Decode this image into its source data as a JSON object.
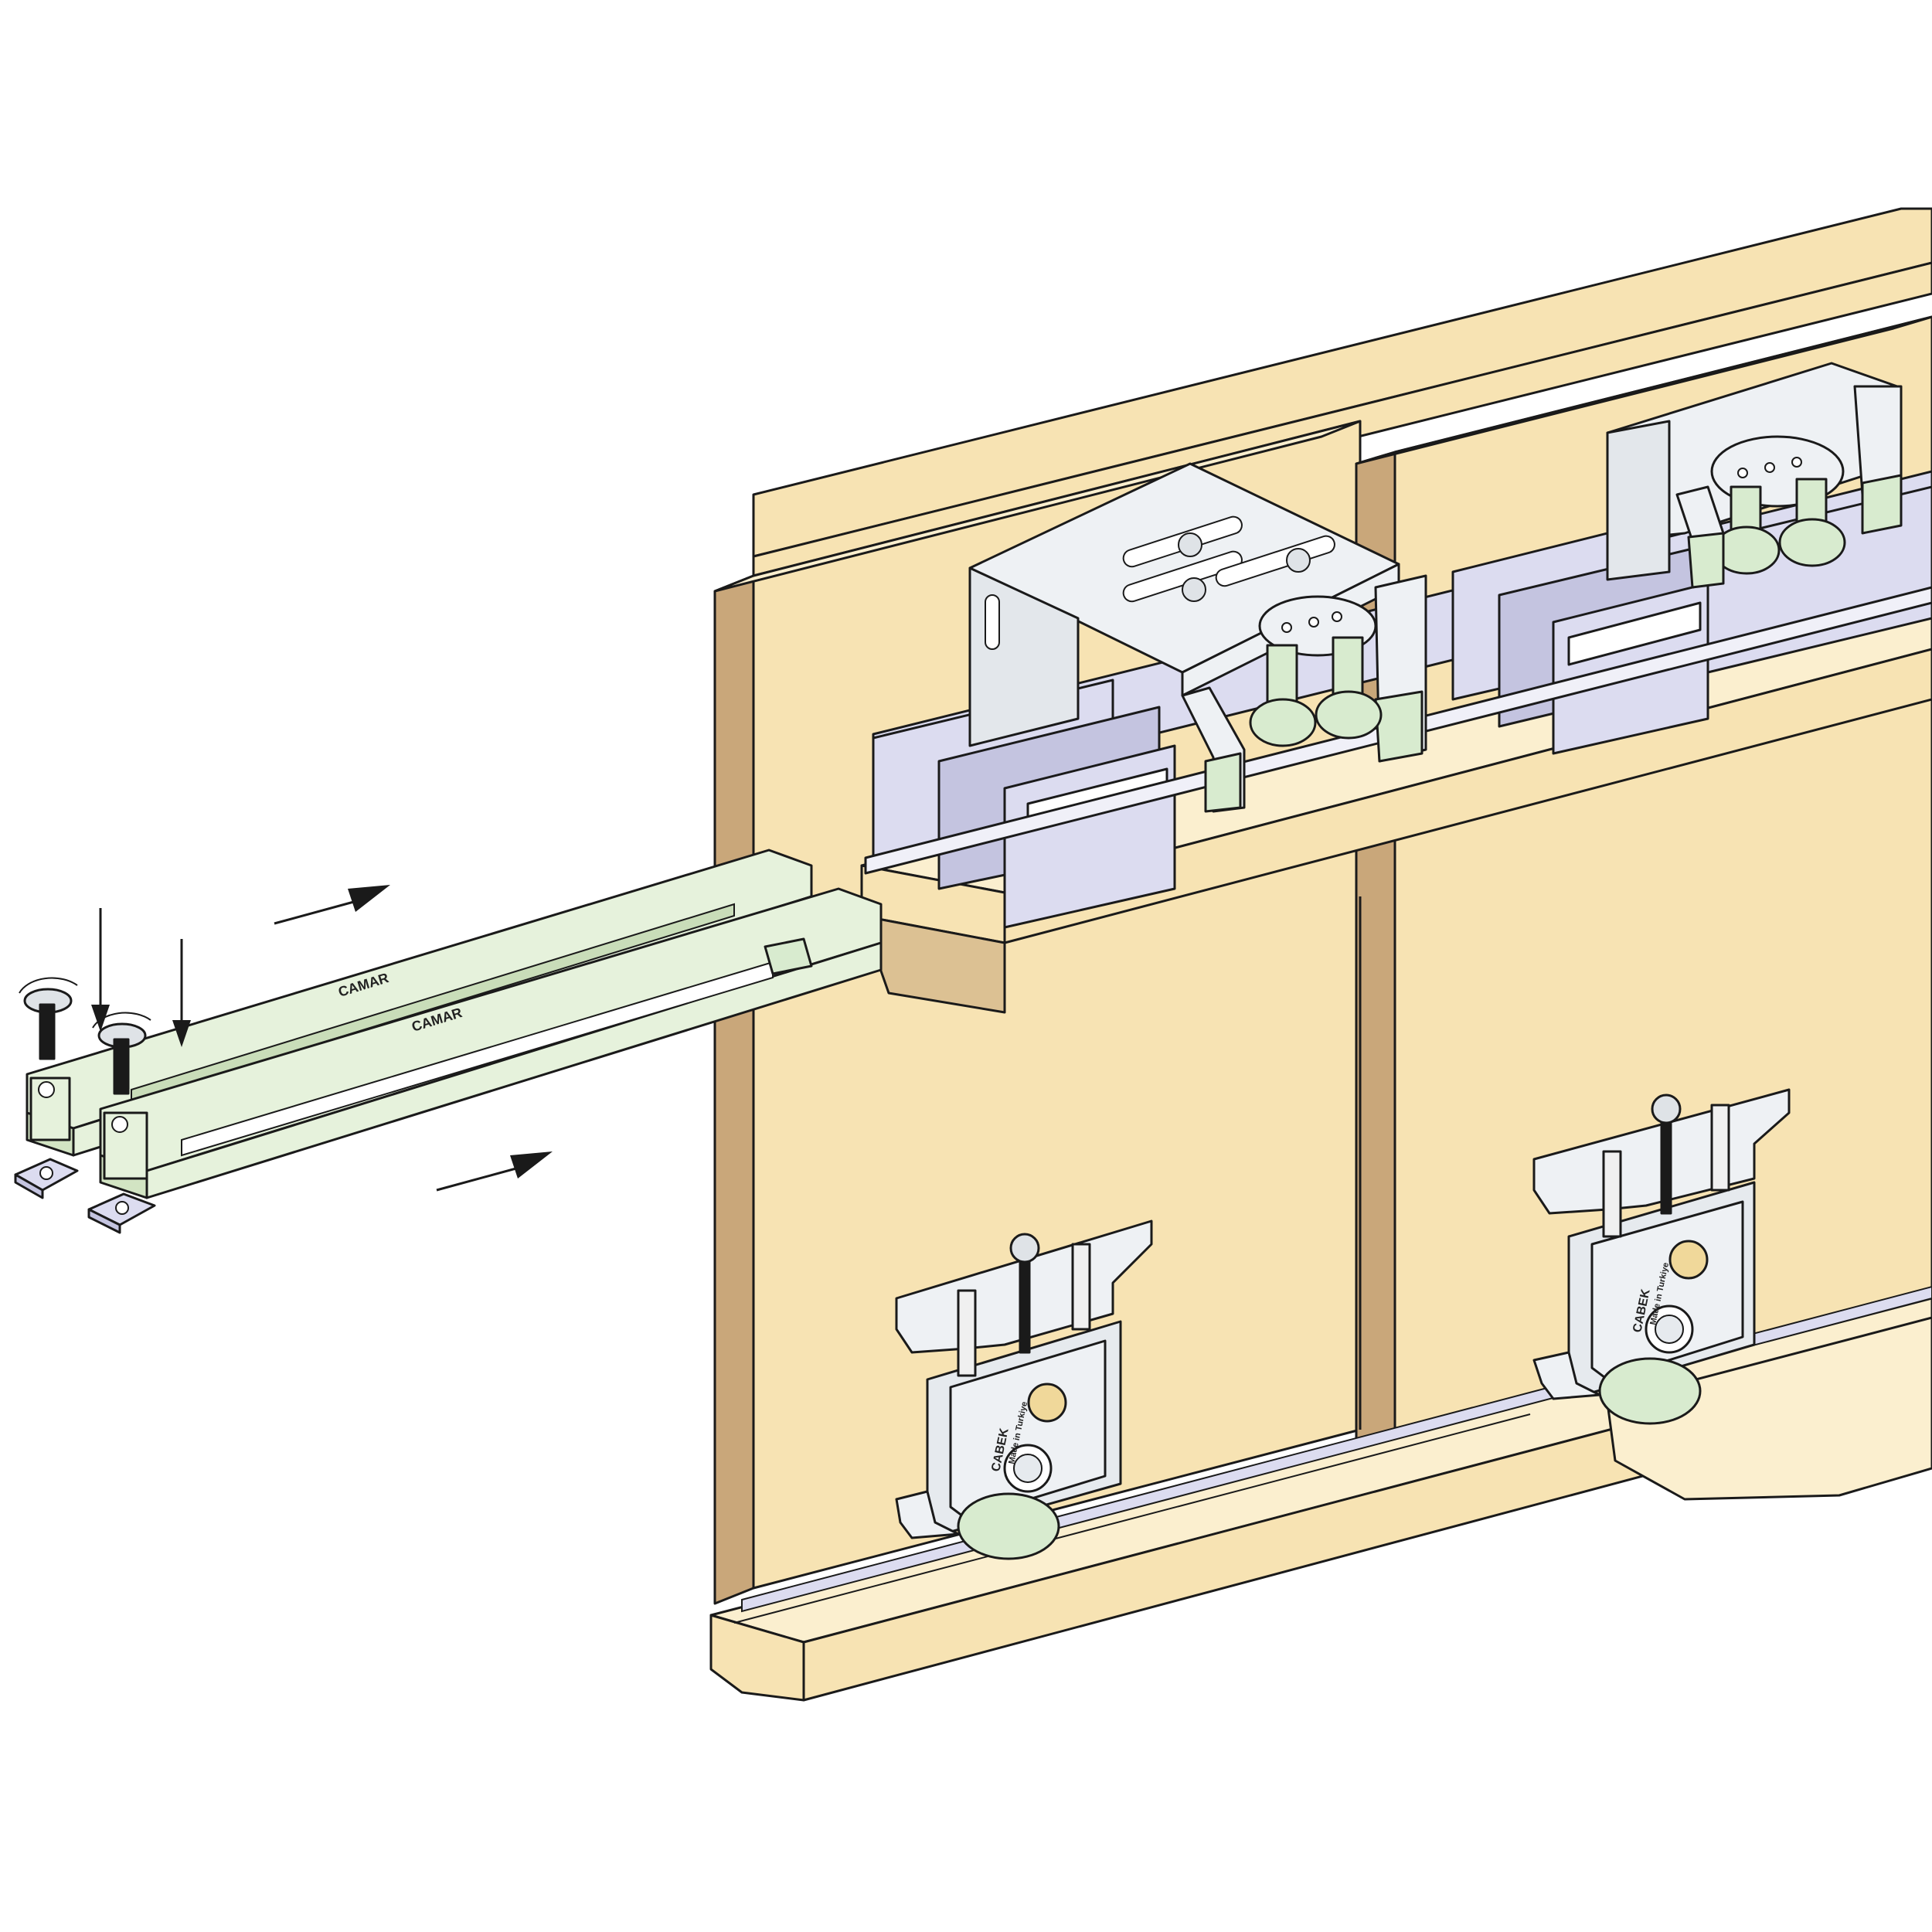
{
  "labels": {
    "damper_label_upper": "CAMAR",
    "damper_label_lower": "CAMAR",
    "roller_brand_left": "CABEK",
    "roller_made_left": "Made in Turkiye",
    "roller_brand_right": "CABEK",
    "roller_made_right": "Made in Turkiye"
  },
  "colors": {
    "wood": "#f7e3b3",
    "wood_shade": "#dcc193",
    "wood_edge": "#c9a77a",
    "profile": "#dcdcf0",
    "profile_dark": "#c4c4e0",
    "bracket": "#f0f2f5",
    "steel": "#e6eaee",
    "damper": "#e6f2dc",
    "damper_dark": "#c9ddb9",
    "wheel": "#d8ebcf",
    "outline": "#1a1a1a"
  }
}
